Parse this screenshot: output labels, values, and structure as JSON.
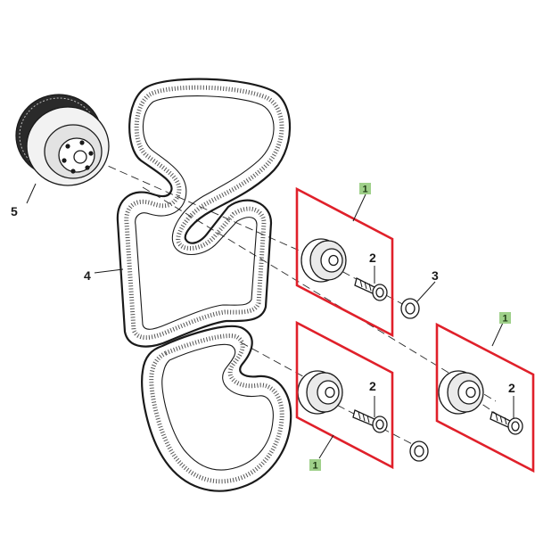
{
  "colors": {
    "highlight": "#e0202a",
    "badge_fill": "#9fd08a",
    "line": "#1a1a1a",
    "background": "#ffffff"
  },
  "callouts": {
    "crankshaft_pulley": "5",
    "belt": "4",
    "washer": "3",
    "bolt_upper": "2",
    "bolt_lower_left": "2",
    "bolt_lower_right": "2",
    "badge_upper": "1",
    "badge_lower_left": "1",
    "badge_right": "1"
  },
  "icons": {
    "pulley": "crankshaft-pulley-icon",
    "idler": "idler-pulley-icon",
    "bolt": "bolt-icon",
    "washer": "washer-icon"
  }
}
